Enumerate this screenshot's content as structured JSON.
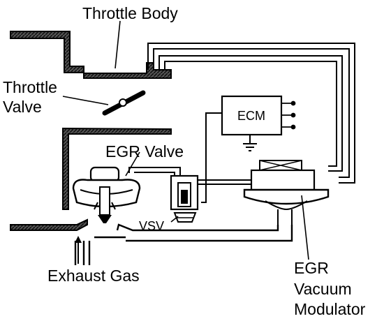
{
  "diagram": {
    "labels": {
      "throttle_body": "Throttle Body",
      "throttle_valve_line1": "Throttle",
      "throttle_valve_line2": "Valve",
      "ecm": "ECM",
      "egr_valve": "EGR Valve",
      "vsv": "VSV",
      "exhaust_gas": "Exhaust Gas",
      "egr_vacuum_modulator_line1": "EGR",
      "egr_vacuum_modulator_line2": "Vacuum",
      "egr_vacuum_modulator_line3": "Modulator"
    }
  }
}
